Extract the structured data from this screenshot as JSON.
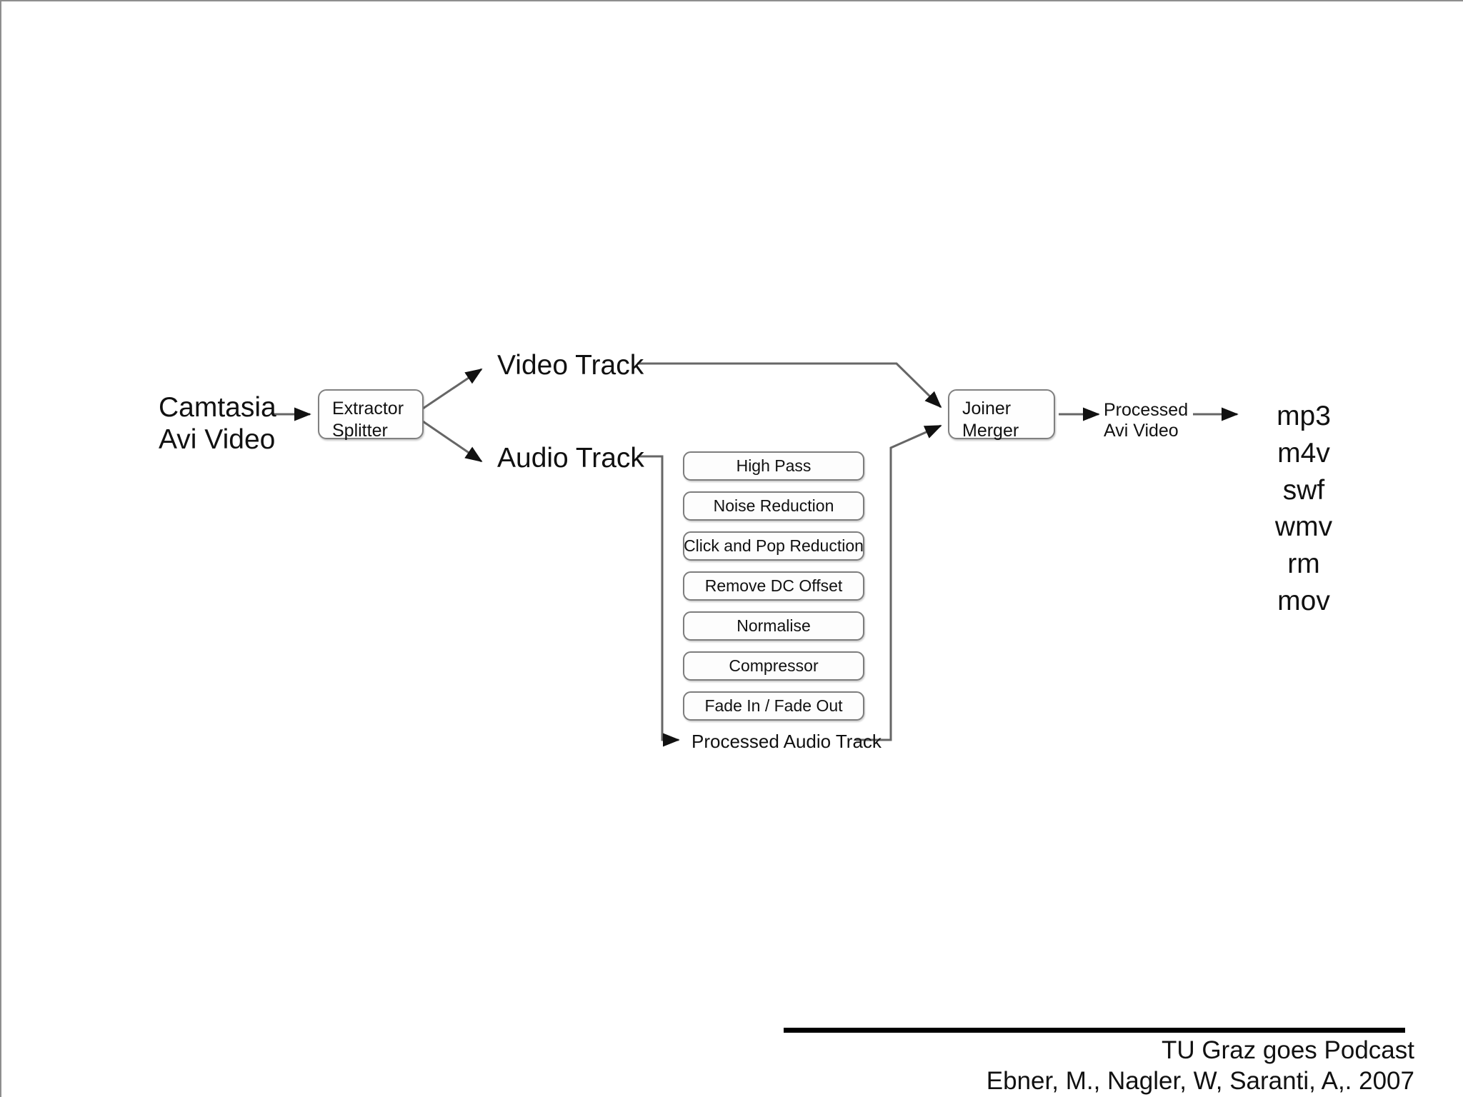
{
  "diagram": {
    "input": {
      "label": "Camtasia\nAvi Video"
    },
    "extractor": {
      "label": "Extractor\nSplitter"
    },
    "tracks": {
      "video_label": "Video Track",
      "audio_label": "Audio Track"
    },
    "audio_filters": [
      {
        "label": "High Pass"
      },
      {
        "label": "Noise Reduction"
      },
      {
        "label": "Click and Pop Reduction"
      },
      {
        "label": "Remove DC Offset"
      },
      {
        "label": "Normalise"
      },
      {
        "label": "Compressor"
      },
      {
        "label": "Fade In / Fade Out"
      }
    ],
    "processed_audio_label": "Processed Audio Track",
    "joiner": {
      "label": "Joiner\nMerger"
    },
    "processed_video_label": "Processed\nAvi Video",
    "output_formats": [
      {
        "label": "mp3"
      },
      {
        "label": "m4v"
      },
      {
        "label": "swf"
      },
      {
        "label": "wmv"
      },
      {
        "label": "rm"
      },
      {
        "label": "mov"
      }
    ]
  },
  "footer": {
    "title": "TU Graz goes Podcast",
    "citation": "Ebner, M., Nagler, W, Saranti, A,. 2007"
  },
  "colors": {
    "background": "#ffffff",
    "text": "#111111",
    "box_border": "#808080",
    "connector": "#555555",
    "footer_rule": "#000000",
    "slide_border": "#8e8e8e"
  }
}
